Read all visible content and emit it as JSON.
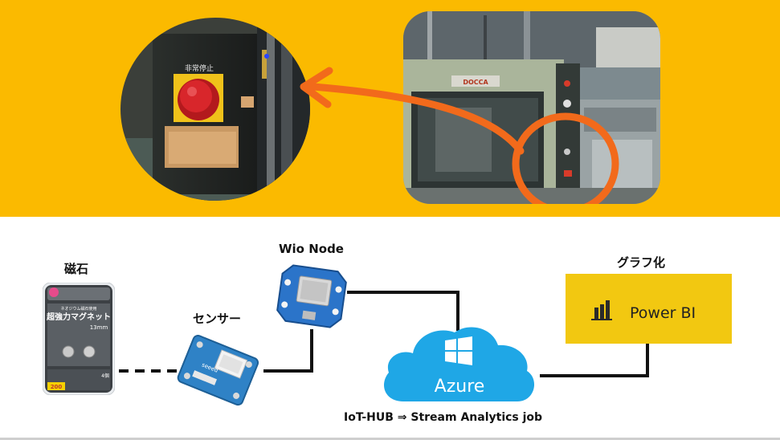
{
  "photos": {
    "closeup_sign": "非常停止",
    "machine_plate": "DOCCA"
  },
  "labels": {
    "magnet": "磁石",
    "sensor": "センサー",
    "wio": "Wio Node",
    "graph": "グラフ化",
    "pipeline": "IoT-HUB ⇒ Stream Analytics job"
  },
  "magnet_pack": {
    "title": "超強力マグネット",
    "subtitle": "ネオジウム磁石使用",
    "size": "13mm",
    "count": "4個",
    "price": "200"
  },
  "sensor_board": {
    "brand": "seeed"
  },
  "azure": {
    "name": "Azure"
  },
  "powerbi": {
    "name": "Power BI"
  },
  "colors": {
    "banner": "#fbba00",
    "arrow": "#f26a1b",
    "azure": "#1fa7e6",
    "powerbi_bg": "#f2c811",
    "wio_board": "#2b74c9",
    "sensor_board": "#2f82c6"
  }
}
